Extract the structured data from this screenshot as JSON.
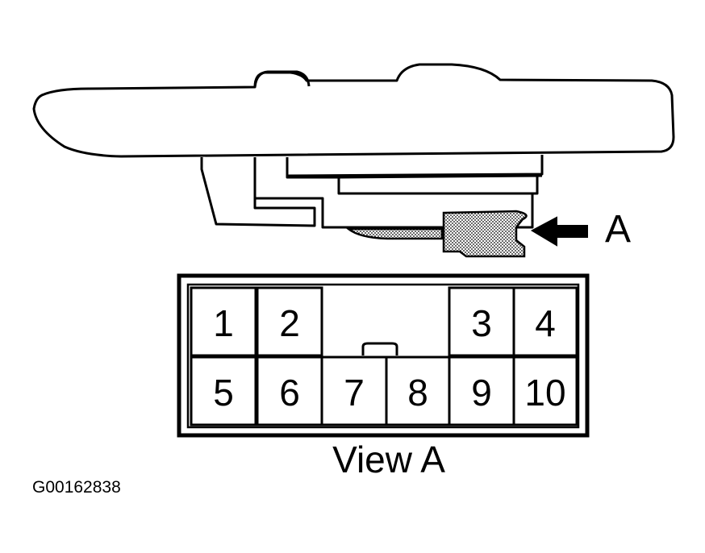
{
  "arrow_label": "A",
  "view_label": "View A",
  "figure_code": "G00162838",
  "pins": [
    "1",
    "2",
    "3",
    "4",
    "5",
    "6",
    "7",
    "8",
    "9",
    "10"
  ],
  "colors": {
    "ink": "#000000",
    "paper": "#ffffff",
    "stipple": "#9a9a9a"
  }
}
